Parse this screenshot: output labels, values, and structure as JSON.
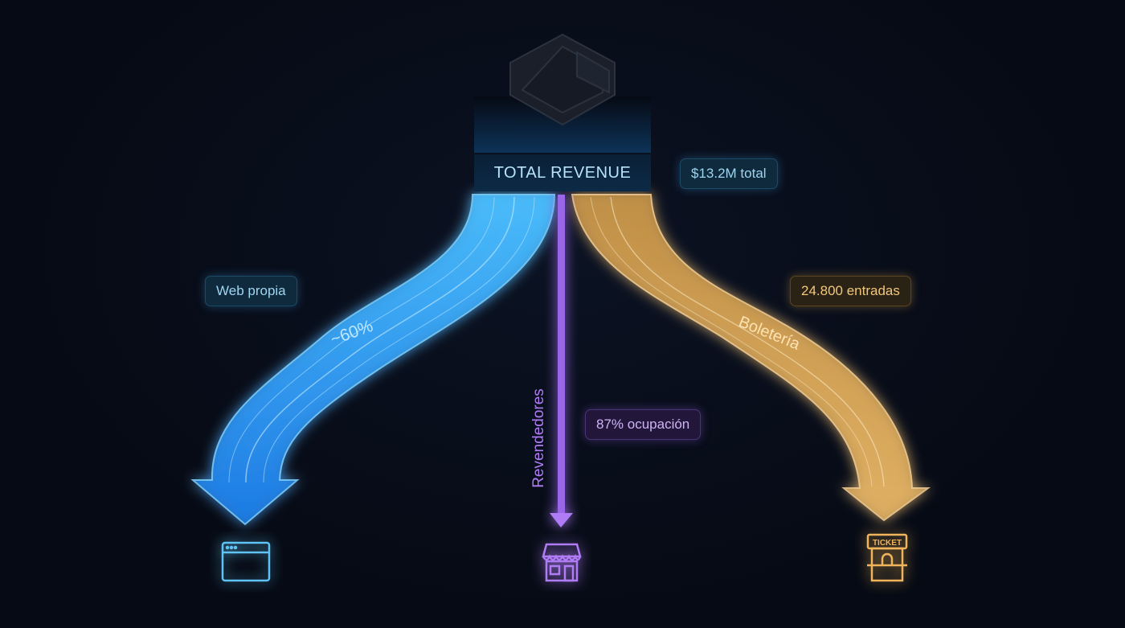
{
  "header": {
    "title": "TOTAL REVENUE",
    "total_badge": "$13.2M total"
  },
  "flows": [
    {
      "name": "Web propia",
      "flow_label": "~60%",
      "color": "#3aa8ff",
      "icon": "browser-window-icon"
    },
    {
      "name": "Revendedores",
      "badge": "87% ocupación",
      "color": "#b07cf5",
      "icon": "storefront-icon"
    },
    {
      "name": "Boletería",
      "badge": "24.800 entradas",
      "color": "#f0b55a",
      "icon": "ticket-booth-icon",
      "icon_text": "TICKET"
    }
  ]
}
